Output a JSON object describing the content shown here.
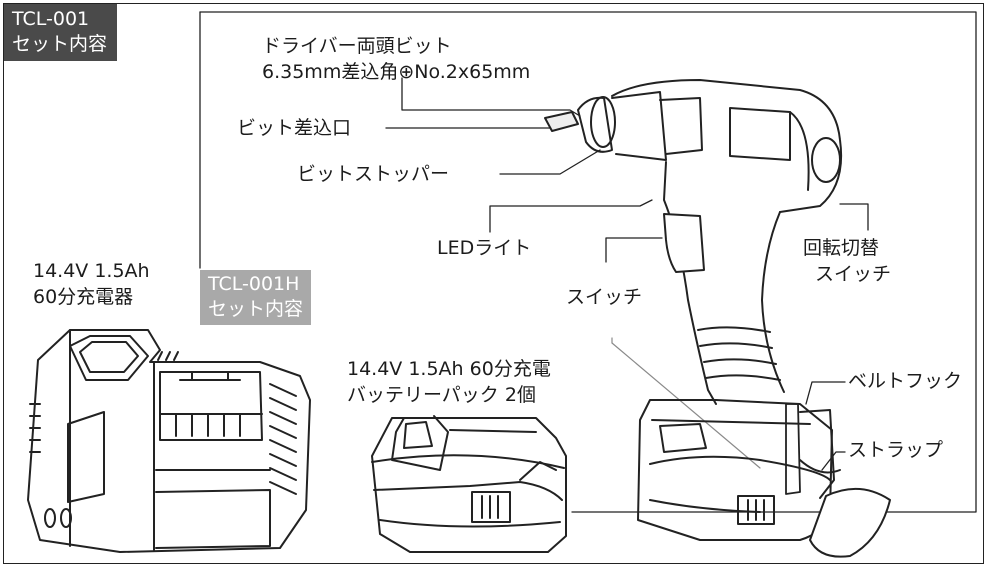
{
  "set_tags": {
    "full_set": {
      "code": "TCL-001",
      "label": "セット内容"
    },
    "body_set": {
      "code": "TCL-001H",
      "label": "セット内容"
    }
  },
  "charger": {
    "line1": "14.4V 1.5Ah",
    "line2": "60分充電器"
  },
  "battery": {
    "line1": "14.4V 1.5Ah 60分充電",
    "line2": "バッテリーパック 2個"
  },
  "callouts": {
    "driver_bit_line1": "ドライバー両頭ビット",
    "driver_bit_line2": "6.35mm差込角⊕No.2x65mm",
    "bit_socket": "ビット差込口",
    "bit_stopper": "ビットストッパー",
    "led_light": "LEDライト",
    "switch": "スイッチ",
    "rotation_line1": "回転切替",
    "rotation_line2": "スイッチ",
    "belt_hook": "ベルトフック",
    "strap": "ストラップ"
  }
}
